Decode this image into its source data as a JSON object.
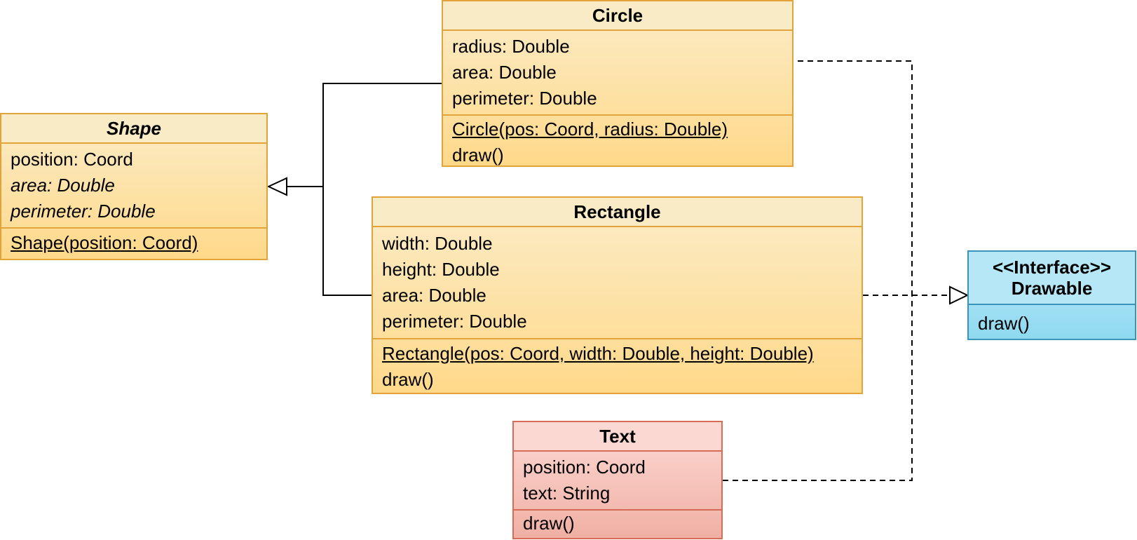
{
  "classes": {
    "shape": {
      "name": "Shape",
      "attributes": [
        "position: Coord",
        "area: Double",
        "perimeter: Double"
      ],
      "methods": [
        "Shape(position: Coord)"
      ]
    },
    "circle": {
      "name": "Circle",
      "attributes": [
        "radius: Double",
        "area: Double",
        "perimeter: Double"
      ],
      "methods": [
        "Circle(pos: Coord, radius: Double)",
        "draw()"
      ]
    },
    "rectangle": {
      "name": "Rectangle",
      "attributes": [
        "width: Double",
        "height: Double",
        "area: Double",
        "perimeter: Double"
      ],
      "methods": [
        "Rectangle(pos: Coord, width: Double, height: Double)",
        "draw()"
      ]
    },
    "text": {
      "name": "Text",
      "attributes": [
        "position: Coord",
        "text: String"
      ],
      "methods": [
        "draw()"
      ]
    },
    "drawable": {
      "stereotype": "<<Interface>>",
      "name": "Drawable",
      "methods": [
        "draw()"
      ]
    }
  },
  "relationships": [
    {
      "type": "generalization",
      "from": "Circle",
      "to": "Shape"
    },
    {
      "type": "generalization",
      "from": "Rectangle",
      "to": "Shape"
    },
    {
      "type": "realization",
      "from": "Circle",
      "to": "Drawable"
    },
    {
      "type": "realization",
      "from": "Rectangle",
      "to": "Drawable"
    },
    {
      "type": "realization",
      "from": "Text",
      "to": "Drawable"
    }
  ],
  "colors": {
    "class_fill": "#ffd98a",
    "class_border": "#e2a33b",
    "text_fill": "#f0b0a4",
    "text_border": "#d86a58",
    "interface_fill": "#8fd9f0",
    "interface_border": "#3c93b8"
  }
}
